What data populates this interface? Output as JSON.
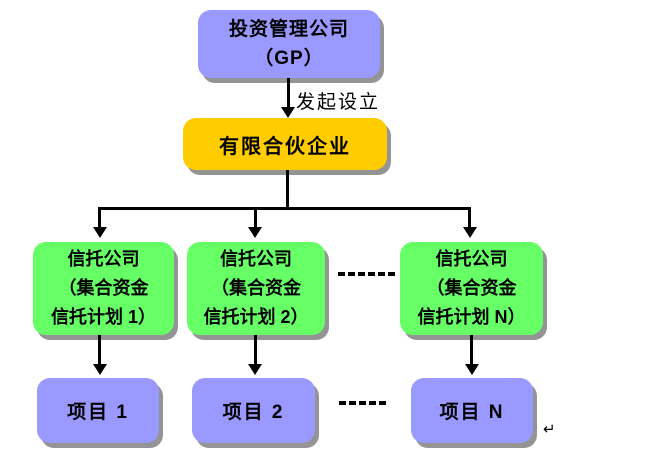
{
  "diagram": {
    "type": "org-flowchart",
    "background_color": "#ffffff",
    "colors": {
      "gp_node": "#9999ff",
      "partnership_node": "#ffcc00",
      "trust_node": "#66ff66",
      "project_node": "#9999ff",
      "connector": "#000000",
      "shadow": "#949494"
    },
    "nodes": {
      "gp": {
        "line1": "投资管理公司",
        "line2": "（GP）"
      },
      "partnership": {
        "label": "有限合伙企业"
      },
      "trusts": [
        {
          "line1": "信托公司",
          "line2": "（集合资金",
          "line3": "信托计划 1）"
        },
        {
          "line1": "信托公司",
          "line2": "（集合资金",
          "line3": "信托计划 2）"
        },
        {
          "line1": "信托公司",
          "line2": "（集合资金",
          "line3": "信托计划 N）"
        }
      ],
      "projects": [
        {
          "label": "项目 1"
        },
        {
          "label": "项目 2"
        },
        {
          "label": "项目 N"
        }
      ]
    },
    "edges": {
      "establish_label": "发起设立"
    },
    "ellipsis_trust_row": "------",
    "ellipsis_project_row": "------",
    "return_mark": "↵"
  }
}
